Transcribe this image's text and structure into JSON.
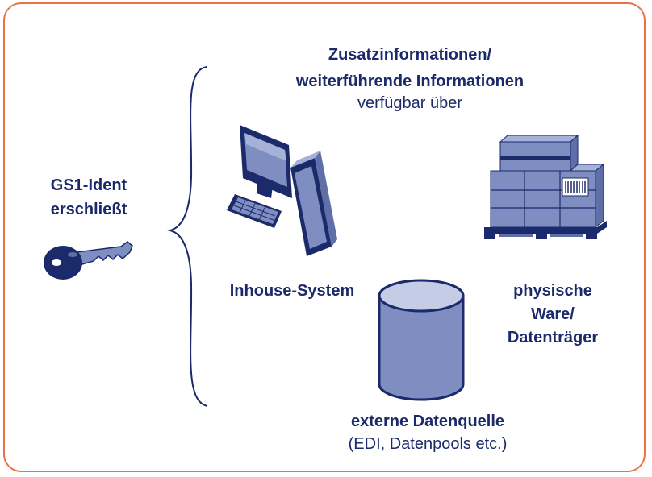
{
  "header": {
    "line1": "Zusatzinformationen/",
    "line2": "weiterführende Informationen",
    "line3": "verfügbar über"
  },
  "left": {
    "line1": "GS1-Ident",
    "line2": "erschließt"
  },
  "inhouse": {
    "label": "Inhouse-System"
  },
  "physical": {
    "line1": "physische",
    "line2": "Ware/",
    "line3": "Datenträger"
  },
  "external": {
    "line1": "externe Datenquelle",
    "line2": "(EDI, Datenpools etc.)"
  },
  "icons": [
    "key-icon",
    "computer-icon",
    "pallet-icon",
    "database-icon",
    "brace"
  ],
  "colors": {
    "border": "#e8734a",
    "text": "#1b2a6b",
    "icon_fill": "#7f8ec0",
    "icon_dark": "#1b2a6b",
    "icon_light": "#c5cde6"
  }
}
